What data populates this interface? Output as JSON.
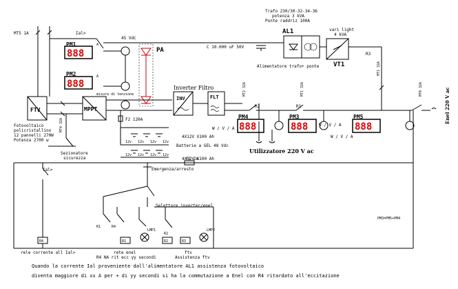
{
  "labels": {
    "mt5_top": "MT5 1A",
    "ial_top": "Ial>",
    "pm1": "PM1",
    "pm2": "PM2",
    "pm_unit_a": "A",
    "vdc45": "45 Vdc",
    "pa": "PA",
    "capacitor": "C  10.000 uF  50V",
    "trafo_line1": "Trafo 230/30-32-34-36",
    "trafo_line2": "potenza 3 kVA",
    "trafo_line3": "Ponte raddriz 100A",
    "al1": "AL1",
    "alimentatore": "Alimentatore trafo+ ponte",
    "vari_light_line1": "vari light",
    "vari_light_line2": "4 kVA",
    "vt1": "VT1",
    "r3": "R3",
    "mt1_32a_right": "MT1 32A",
    "ftv_box": "FTV",
    "mppt": "MPPT",
    "inverter_filtro": "Inverter Filtro",
    "inv": "INV",
    "flt": "FLT",
    "mt2_32a": "MT2 32A",
    "mt1_32a_mid": "MT1 32A",
    "mt0_32a": "MT0 32A",
    "r2": "R2",
    "r1": "R1",
    "enel_vertical": "Enel 220 V ac",
    "pm4": "PM4",
    "pm3": "PM3",
    "pm5": "PM5",
    "wva_pm4": "W / V / A",
    "wva_pm3": "W / V / A",
    "wva_pm5": "W / V / A",
    "fotovoltaico_line1": "Fotovoltaico",
    "fotovoltaico_line2": "policristallino",
    "fotovoltaico_line3": "12 pannelli 270W",
    "fotovoltaico_line4": "Potenza 2700 w",
    "mt4_32a": "MT4 32A",
    "sezionatore_line1": "Sezionatore",
    "sezionatore_line2": "sicurezza",
    "f2": "F2 120A",
    "inverter_spec": "4X12V X100 Ah",
    "batterie": "Batterie a GEL 48 Vdc",
    "battery_spec_2": "4X12V X100 Ah",
    "v12": "12v",
    "utilizzatore": "Utilizzatore 220 V ac",
    "f1": "F1  2A",
    "emergenza": "Emergenza/arresto",
    "selettore": "Selettore inverter/enel",
    "ial_bottom": "Ial>",
    "pm3_formula": "PM3=PM5+PM4",
    "r1_left": "R1",
    "r4_coil": "R4",
    "r4_left": "R4",
    "lmp1": "LMP1",
    "lmp2": "LMP2",
    "r2_bottom": "R2",
    "r3_bottom": "R3",
    "r1_coil": "R1",
    "rele_corrente": "rele corrente all Ial>",
    "rete_enel": "rete enel",
    "rit_line": "R4 NA rit ecc yy secondi",
    "ftv_bottom": "ftv",
    "assistenza": "Assistenza ftv",
    "footer_line1": "Quando la corrente Ial proveniente dall'alimentatore  AL1 assistenza fotovoltaico",
    "footer_line2": "diventa maggiore di xx A per + di yy secondi si ha la commutazione a Enel con R4 ritardato all'eccitazione",
    "misura_corrente": "misura di tensione"
  },
  "meters": {
    "pm1_digits": "888",
    "pm2_digits": "888",
    "pm4_digits": "888",
    "pm3_digits": "888",
    "pm5_digits": "888"
  },
  "colors": {
    "line": "#000000",
    "display": "#e00000",
    "accent": "#d00000"
  }
}
